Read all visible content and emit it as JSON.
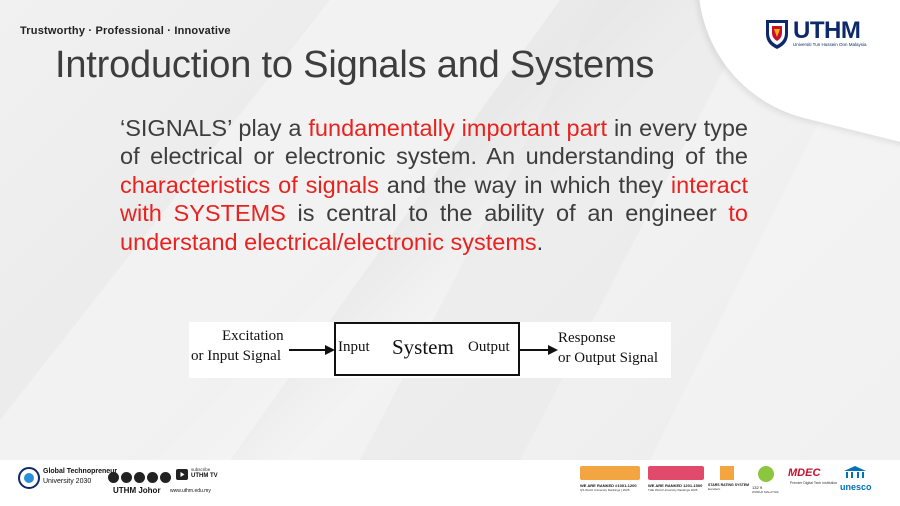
{
  "header": {
    "tagline": "Trustworthy · Professional · Innovative",
    "logo_text": "UTHM",
    "logo_subtitle": "Universiti Tun Hussein Onn Malaysia"
  },
  "slide": {
    "title": "Introduction to Signals and Systems",
    "paragraph": [
      {
        "text": "‘SIGNALS’ play a ",
        "highlight": false
      },
      {
        "text": "fundamentally important part",
        "highlight": true
      },
      {
        "text": " in every type of electrical or electronic system. An understanding of the ",
        "highlight": false
      },
      {
        "text": "characteristics of signals",
        "highlight": true
      },
      {
        "text": " and the way in which they ",
        "highlight": false
      },
      {
        "text": "interact with SYSTEMS",
        "highlight": true
      },
      {
        "text": " is central to the ability of an engineer ",
        "highlight": false
      },
      {
        "text": "to understand electrical/electronic systems",
        "highlight": true
      },
      {
        "text": ".",
        "highlight": false
      }
    ],
    "highlight_color": "#e8231f"
  },
  "diagram": {
    "excitation_line1": "Excitation",
    "excitation_line2": "or Input Signal",
    "input_label": "Input",
    "system_label": "System",
    "output_label": "Output",
    "response_line1": "Response",
    "response_line2": "or Output Signal"
  },
  "footer": {
    "gtu_line1": "Global Technopreneur",
    "gtu_line2": "University 2030",
    "social_handle": "UTHM Johor",
    "website": "www.uthm.edu.my",
    "tv_caption": "subscribe",
    "tv_label": "UTHM TV",
    "rank1": "WE ARE RANKED #1001-1200",
    "rank1_sub": "QS World University Rankings | 2025",
    "rank2": "WE ARE RANKED 1201-1500",
    "rank2_sub": "THE World University Rankings 2025",
    "stars_label": "STARS RATING SYSTEM",
    "stars_sub": "Excellent",
    "mdec_label": "MDEC",
    "mdec_sub": "Premier Digital Tech Institution",
    "unesco_label": "unesco",
    "stat1": "132",
    "stat1_sub": "WORLD",
    "stat2": "9",
    "stat2_sub": "MALAYSIA"
  }
}
